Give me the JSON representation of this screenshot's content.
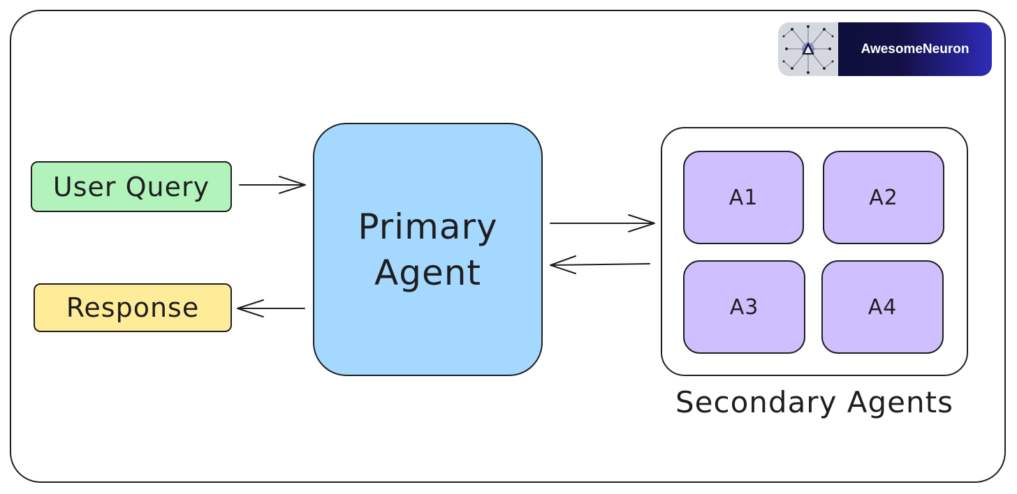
{
  "brand": {
    "name": "AwesomeNeuron"
  },
  "nodes": {
    "user_query": "User Query",
    "response": "Response",
    "primary_agent": "Primary\nAgent",
    "agents": [
      "A1",
      "A2",
      "A3",
      "A4"
    ],
    "secondary_group_label": "Secondary Agents"
  },
  "colors": {
    "user_query_fill": "#b2f2bb",
    "response_fill": "#ffec99",
    "primary_fill": "#a5d8ff",
    "agent_fill": "#d0bfff",
    "stroke": "#1e1e1e"
  },
  "icons": {
    "logo": "neural-network-logo-icon"
  }
}
